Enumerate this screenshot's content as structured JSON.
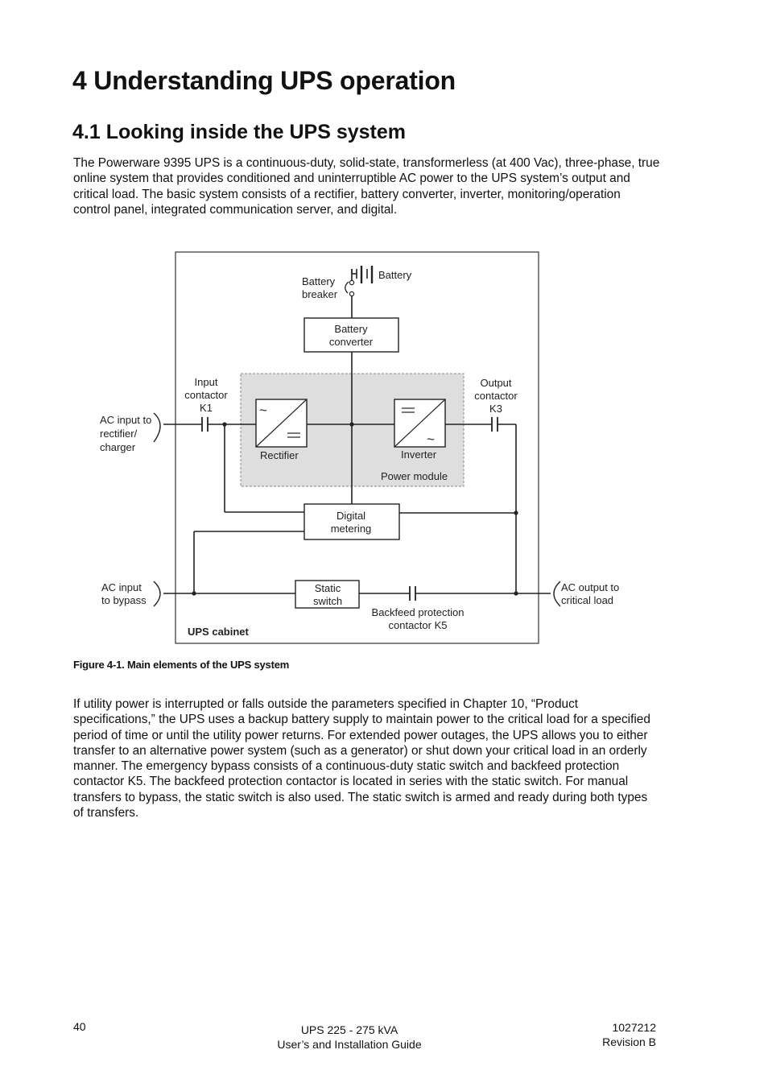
{
  "heading": "4 Understanding UPS operation",
  "subheading": "4.1 Looking inside the UPS system",
  "paragraph1": "The Powerware 9395 UPS is a continuous-duty, solid-state, transformerless (at 400 Vac), three-phase, true online system that provides conditioned and uninterruptible AC power to the UPS system’s output and critical load. The basic system consists of a rectifier, battery converter, inverter, monitoring/operation control panel, integrated communication server, and digital.",
  "diagram": {
    "battery": "Battery",
    "battery_breaker": [
      "Battery",
      "breaker"
    ],
    "battery_converter": [
      "Battery",
      "converter"
    ],
    "input_contactor": [
      "Input",
      "contactor",
      "K1"
    ],
    "output_contactor": [
      "Output",
      "contactor",
      "K3"
    ],
    "ac_input_rectifier": [
      "AC input to",
      "rectifier/",
      "charger"
    ],
    "rectifier": "Rectifier",
    "inverter": "Inverter",
    "power_module": "Power module",
    "digital_metering": [
      "Digital",
      "metering"
    ],
    "ac_input_bypass": [
      "AC input",
      "to bypass"
    ],
    "static_switch": [
      "Static",
      "switch"
    ],
    "backfeed": [
      "Backfeed protection",
      "contactor K5"
    ],
    "ac_output": [
      "AC output to",
      "critical load"
    ],
    "ups_cabinet": "UPS cabinet"
  },
  "caption": "Figure 4-1. Main elements of the UPS system",
  "paragraph2": "If utility power is interrupted or falls outside the parameters specified in Chapter 10, “Product specifications,” the UPS uses a backup battery supply to maintain power to the critical load for a specified period of time or until the utility power returns. For extended power outages, the UPS allows you to either transfer to an alternative power system (such as a generator) or shut down your critical load in an orderly manner. The emergency bypass consists of a continuous-duty static switch and backfeed protection contactor K5. The backfeed protection contactor is located in series with the static switch. For manual transfers to bypass, the static switch is also used. The static switch is armed and ready during both types of transfers.",
  "footer": {
    "page": "40",
    "product": "UPS 225 - 275 kVA",
    "guide": "User’s and Installation Guide",
    "doc_number": "1027212",
    "revision": "Revision B"
  }
}
